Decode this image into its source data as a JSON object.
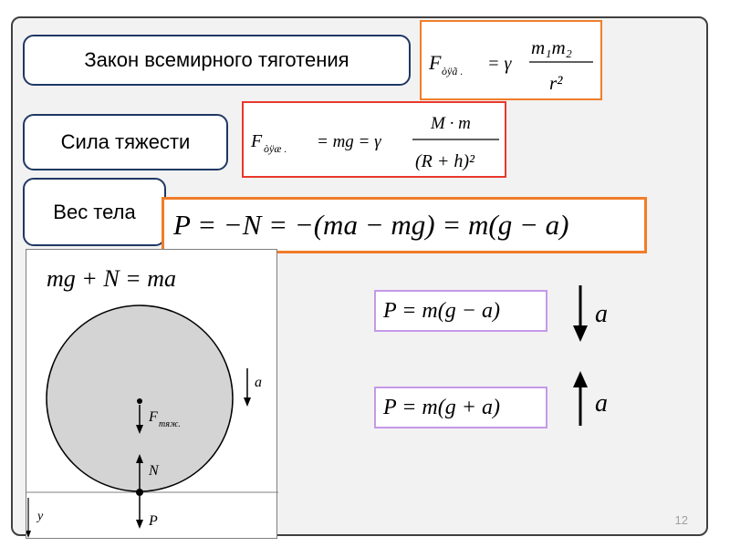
{
  "labels": {
    "law": "Закон всемирного тяготения",
    "gravity": "Сила тяжести",
    "weight": "Вес тела"
  },
  "formulas": {
    "law": {
      "lhs": "F",
      "lhs_sub": "òÿã .",
      "rhs": "= γ",
      "num": "m₁m₂",
      "den": "r²"
    },
    "gravity": {
      "lhs": "F",
      "lhs_sub": "òÿæ .",
      "rhs": "= mg = γ",
      "num": "M · m",
      "den": "(R + h)²"
    },
    "weight": "P = −N = −(ma − mg) = m(g − a)",
    "newton": "mg + N = ma",
    "down_case": "P = m(g − a)",
    "up_case": "P = m(g + a)",
    "accel_symbol": "a"
  },
  "diagram": {
    "f_gravity": "F",
    "f_gravity_sub": "тяж.",
    "normal": "N",
    "weight": "P",
    "accel": "a",
    "axis": "y"
  },
  "page_number": "12",
  "colors": {
    "label_border": "#1f3864",
    "orange": "#f07d2a",
    "red": "#e8382b",
    "violet": "#c49ae8",
    "ball": "#d4d4d4"
  }
}
